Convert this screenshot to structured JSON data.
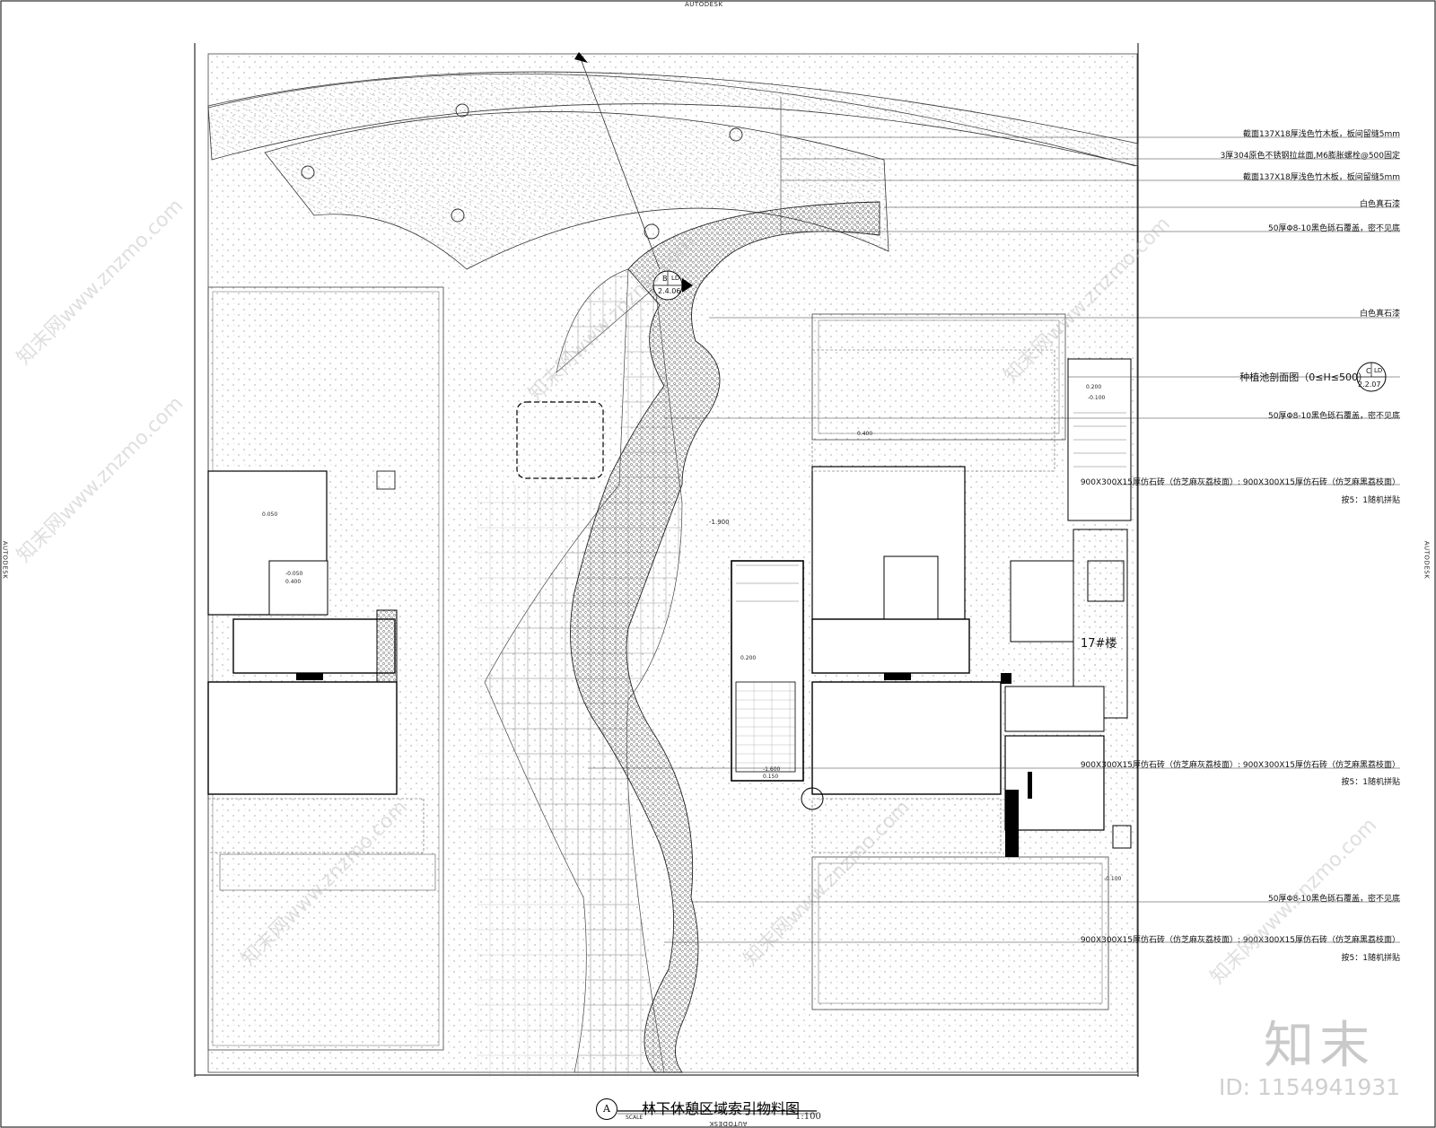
{
  "drawing": {
    "title": "林下休憩区域索引物料图",
    "title_marker": "A",
    "scale_word": "SCALE",
    "scale": "1:100",
    "autodesk_top": "AUTODESK",
    "autodesk_bottom": "AUTODESK",
    "autodesk_left": "AUTODESK",
    "autodesk_right": "AUTODESK"
  },
  "callouts": [
    {
      "text": "截面137X18厚浅色竹木板，板间留缝5mm"
    },
    {
      "text": "3厚304原色不锈钢拉丝面,M6膨胀螺栓@500固定"
    },
    {
      "text": "截面137X18厚浅色竹木板，板间留缝5mm"
    },
    {
      "text": "白色真石漆"
    },
    {
      "text": "50厚Φ8-10黑色砾石覆盖，密不见底"
    },
    {
      "text": "白色真石漆"
    },
    {
      "text": "种植池剖面图（0≤H≤500）"
    },
    {
      "text": "50厚Φ8-10黑色砾石覆盖，密不见底"
    },
    {
      "text": "900X300X15厚仿石砖（仿芝麻灰荔枝面）: 900X300X15厚仿石砖（仿芝麻黑荔枝面）"
    },
    {
      "text": "按5：1随机拼贴"
    },
    {
      "text": "900X300X15厚仿石砖（仿芝麻灰荔枝面）: 900X300X15厚仿石砖（仿芝麻黑荔枝面）"
    },
    {
      "text": "按5：1随机拼贴"
    },
    {
      "text": "50厚Φ8-10黑色砾石覆盖，密不见底"
    },
    {
      "text": "900X300X15厚仿石砖（仿芝麻灰荔枝面）: 900X300X15厚仿石砖（仿芝麻黑荔枝面）"
    },
    {
      "text": "按5：1随机拼贴"
    }
  ],
  "section_marks": {
    "b": {
      "letter": "B",
      "sheet": "LD",
      "ref": "2.4.06"
    },
    "c": {
      "letter": "C",
      "sheet": "LD",
      "ref": "2.2.07"
    }
  },
  "building_tag": "17#楼",
  "levels": [
    "-1.900",
    "0.200",
    "-0.100",
    "0.400",
    "0.050",
    "-0.050",
    "-1.600",
    "0.150",
    "-0.100"
  ],
  "watermark": {
    "logo": "知末",
    "id": "ID: 1154941931",
    "site": "知末网www.znzmo.com"
  }
}
